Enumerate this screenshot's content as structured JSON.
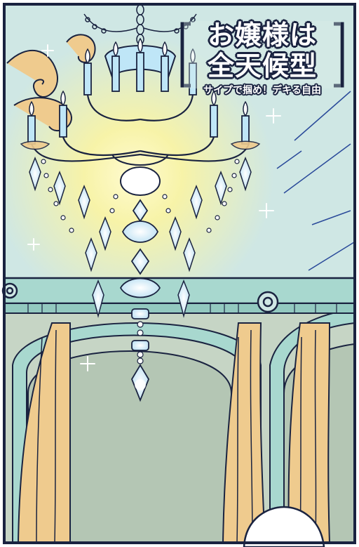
{
  "title": {
    "line1": "お嬢様は",
    "line2": "全天候型"
  },
  "subtitle": "サイプで掴め！デキる自由",
  "colors": {
    "sky": "#cfe7e4",
    "outline": "#1a2340",
    "curtain": "#efcb8e",
    "glow": "#fff5a8",
    "crystal": "#bfe6f7",
    "wall": "#bfd0c0",
    "beam": "#a8d8cf"
  },
  "icons": {
    "chandelier": "chandelier-illustration",
    "sparkle": "sparkle-icon",
    "bracket": "bracket-frame"
  }
}
